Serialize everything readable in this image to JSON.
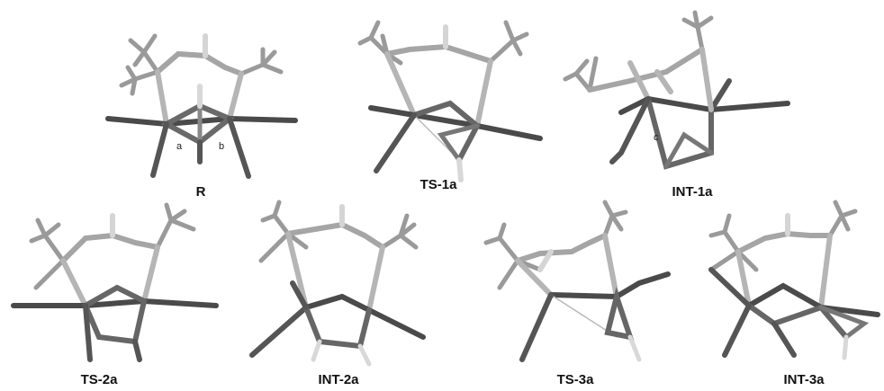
{
  "figure": {
    "structures": [
      {
        "label": "R",
        "atom_labels": [
          "a",
          "b"
        ]
      },
      {
        "label": "TS-1a",
        "atom_labels": []
      },
      {
        "label": "INT-1a",
        "atom_labels": [
          "c"
        ]
      },
      {
        "label": "TS-2a",
        "atom_labels": []
      },
      {
        "label": "INT-2a",
        "atom_labels": []
      },
      {
        "label": "TS-3a",
        "atom_labels": []
      },
      {
        "label": "INT-3a",
        "atom_labels": []
      }
    ],
    "colors": {
      "dark_bond": "#4a4a4a",
      "mid_bond": "#8a8a8a",
      "light_bond": "#b9b9b9",
      "hydrogen": "#dcdcdc",
      "label": "#111111"
    }
  }
}
